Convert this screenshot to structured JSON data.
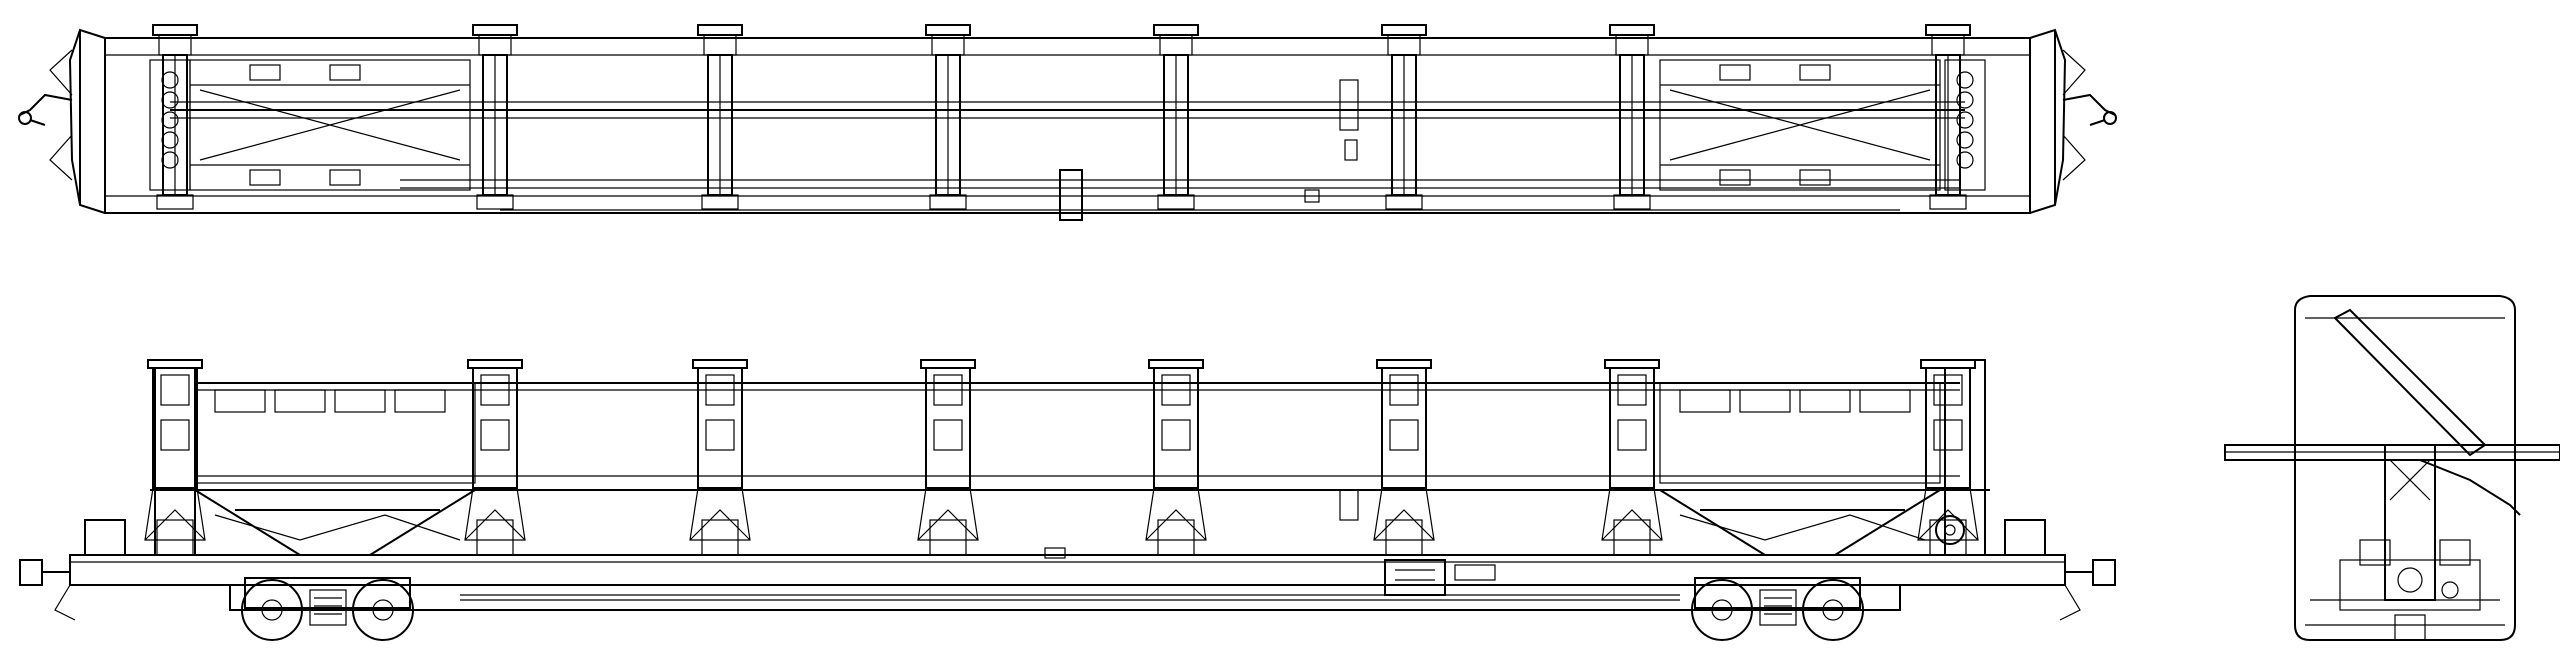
{
  "drawing": {
    "line_color": "#000000",
    "background": "#ffffff",
    "views": [
      "top-view",
      "side-elevation",
      "end-view"
    ],
    "stanchion_count": 8,
    "bogie_count": 2
  }
}
